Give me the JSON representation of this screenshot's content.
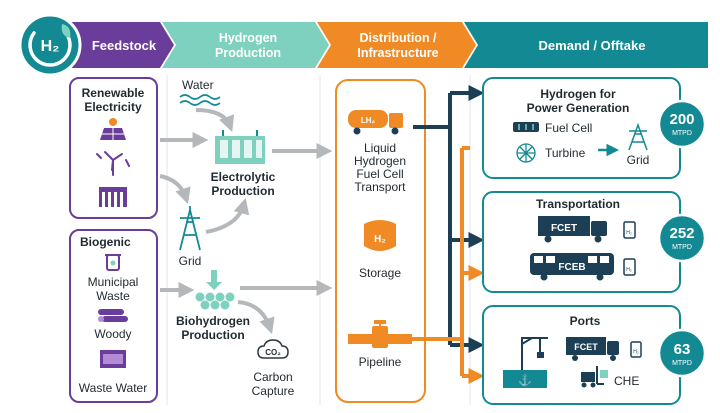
{
  "logo": {
    "text": "H₂"
  },
  "stages": {
    "feedstock": "Feedstock",
    "production_l1": "Hydrogen",
    "production_l2": "Production",
    "distribution_l1": "Distribution /",
    "distribution_l2": "Infrastructure",
    "demand": "Demand / Offtake"
  },
  "feedstock": {
    "renewable": {
      "title_l1": "Renewable",
      "title_l2": "Electricity"
    },
    "biogenic": {
      "title": "Biogenic",
      "municipal_l1": "Municipal",
      "municipal_l2": "Waste",
      "woody": "Woody",
      "waste_water": "Waste Water"
    }
  },
  "production": {
    "water": "Water",
    "grid": "Grid",
    "electrolytic_l1": "Electrolytic",
    "electrolytic_l2": "Production",
    "bio_l1": "Biohydrogen",
    "bio_l2": "Production",
    "co2": "CO₂",
    "carbon_l1": "Carbon",
    "carbon_l2": "Capture"
  },
  "distribution": {
    "lh2_tag": "LH₂",
    "liquid_l1": "Liquid",
    "liquid_l2": "Hydrogen",
    "liquid_l3": "Fuel Cell",
    "liquid_l4": "Transport",
    "storage_tag": "H₂",
    "storage": "Storage",
    "pipeline": "Pipeline"
  },
  "demand": {
    "power": {
      "title_l1": "Hydrogen for",
      "title_l2": "Power Generation",
      "fuel_cell": "Fuel Cell",
      "turbine": "Turbine",
      "grid": "Grid",
      "value": "200",
      "unit": "MTPD"
    },
    "transport": {
      "title": "Transportation",
      "fcet": "FCET",
      "fceb": "FCEB",
      "h2": "H₂",
      "value": "252",
      "unit": "MTPD"
    },
    "ports": {
      "title": "Ports",
      "fcet": "FCET",
      "h2": "H₂",
      "che": "CHE",
      "value": "63",
      "unit": "MTPD"
    }
  },
  "colors": {
    "purple": "#6a3d9a",
    "teal": "#138a93",
    "teal_dark": "#0f6d74",
    "mint": "#7fd1bf",
    "orange": "#f08a24",
    "navy": "#1d3f55",
    "gray": "#b5b8ba"
  }
}
